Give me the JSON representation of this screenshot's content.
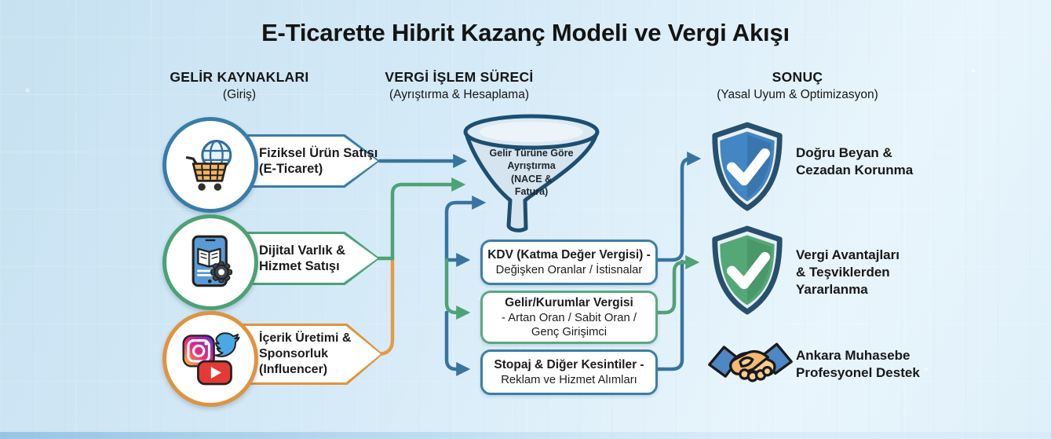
{
  "title": "E-Ticarette Hibrit Kazanç Modeli ve Vergi Akışı",
  "columns": {
    "sources": {
      "title": "GELİR KAYNAKLARI",
      "subtitle": "(Giriş)"
    },
    "process": {
      "title": "VERGİ İŞLEM SÜRECİ",
      "subtitle": "(Ayrıştırma & Hesaplama)"
    },
    "result": {
      "title": "SONUÇ",
      "subtitle": "(Yasal Uyum & Optimizasyon)"
    }
  },
  "sources": [
    {
      "icon": "cart-globe-icon",
      "accent": "#3a7ca8",
      "lines": [
        "Fiziksel Ürün Satışı",
        "(E-Ticaret)"
      ]
    },
    {
      "icon": "tablet-book-gear-icon",
      "accent": "#4da175",
      "lines": [
        "Dijital Varlık &",
        "Hizmet Satışı"
      ]
    },
    {
      "icon": "social-media-icon",
      "accent": "#e0933f",
      "lines": [
        "İçerik Üretimi &",
        "Sponsorluk",
        "(Influencer)"
      ]
    }
  ],
  "funnel": {
    "lines": [
      "Gelir Türüne Göre",
      "Ayrıştırma",
      "(NACE &",
      "Fatura)"
    ]
  },
  "tax_boxes": [
    {
      "border": "#3c7fa5",
      "title": "KDV (Katma Değer Vergisi) -",
      "detail": "Değişken Oranlar / İstisnalar"
    },
    {
      "border": "#5aa881",
      "title": "Gelir/Kurumlar Vergisi",
      "detail": "- Artan Oran / Sabit Oran /",
      "detail2": "Genç Girişimci"
    },
    {
      "border": "#3c7fa5",
      "title": "Stopaj & Diğer Kesintiler -",
      "detail": "Reklam ve Hizmet Alımları"
    }
  ],
  "results": [
    {
      "icon": "shield-check-blue-icon",
      "shield_color": "#4286c4",
      "lines": [
        "Doğru Beyan &",
        "Cezadan Korunma"
      ]
    },
    {
      "icon": "shield-check-green-icon",
      "shield_color": "#53a876",
      "lines": [
        "Vergi Avantajları",
        "& Teşviklerden",
        "Yararlanma"
      ]
    },
    {
      "icon": "handshake-icon",
      "lines": [
        "Ankara Muhasebe",
        "Profesyonel Destek"
      ]
    }
  ],
  "palette": {
    "arrow_blue": "#38749e",
    "arrow_green": "#4fa275",
    "arrow_orange": "#e59a44",
    "funnel_navy": "#1c4f72",
    "background_blue": "#d5eaf7"
  }
}
